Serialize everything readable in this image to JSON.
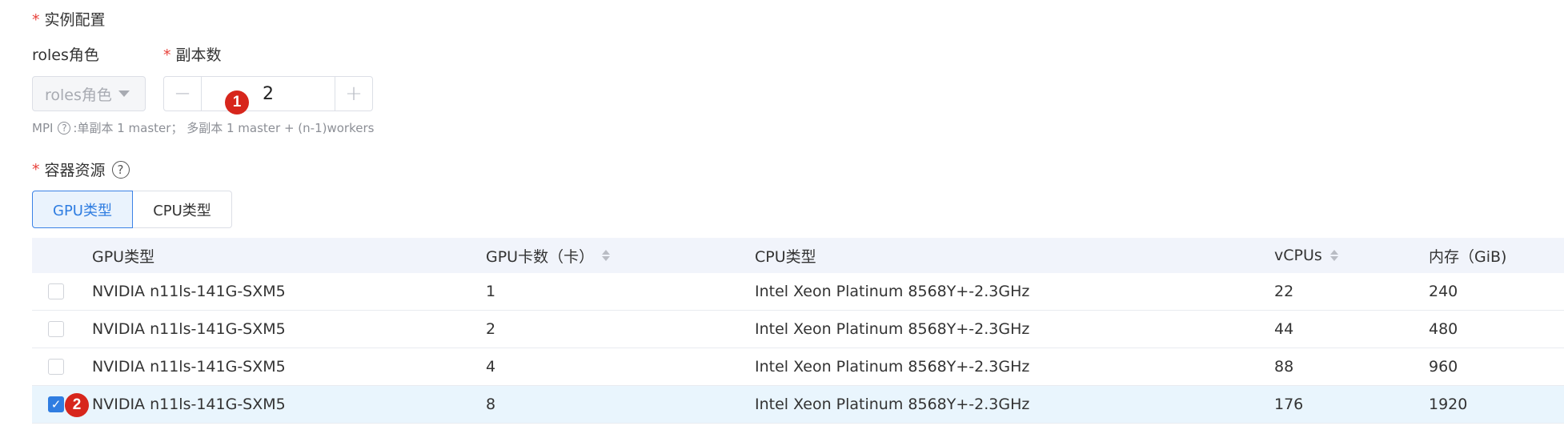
{
  "instance_section": {
    "required_mark": "*",
    "title": "实例配置"
  },
  "roles": {
    "label": "roles角色",
    "select_value": "roles角色"
  },
  "replicas": {
    "required_mark": "*",
    "label": "副本数",
    "value": "2",
    "minus": "−",
    "plus": "+"
  },
  "hint": {
    "prefix": "MPI",
    "help_glyph": "?",
    "text": ":单副本 1 master；  多副本 1 master +  (n-1)workers"
  },
  "resource_section": {
    "required_mark": "*",
    "title": "容器资源",
    "help_glyph": "?"
  },
  "tabs": [
    {
      "label": "GPU类型",
      "active": true
    },
    {
      "label": "CPU类型",
      "active": false
    }
  ],
  "table": {
    "columns": [
      "GPU类型",
      "GPU卡数（卡）",
      "CPU类型",
      "vCPUs",
      "内存（GiB)"
    ],
    "rows": [
      {
        "checked": false,
        "gpu_type": "NVIDIA n11ls-141G-SXM5",
        "gpu_count": "1",
        "cpu_type": "Intel Xeon Platinum 8568Y+-2.3GHz",
        "vcpus": "22",
        "memory": "240"
      },
      {
        "checked": false,
        "gpu_type": "NVIDIA n11ls-141G-SXM5",
        "gpu_count": "2",
        "cpu_type": "Intel Xeon Platinum 8568Y+-2.3GHz",
        "vcpus": "44",
        "memory": "480"
      },
      {
        "checked": false,
        "gpu_type": "NVIDIA n11ls-141G-SXM5",
        "gpu_count": "4",
        "cpu_type": "Intel Xeon Platinum 8568Y+-2.3GHz",
        "vcpus": "88",
        "memory": "960"
      },
      {
        "checked": true,
        "gpu_type": "NVIDIA n11ls-141G-SXM5",
        "gpu_count": "8",
        "cpu_type": "Intel Xeon Platinum 8568Y+-2.3GHz",
        "vcpus": "176",
        "memory": "1920"
      }
    ]
  },
  "annotations": {
    "badge_1": "1",
    "badge_2": "2"
  },
  "colors": {
    "accent": "#2f7de1",
    "required": "#e8423b",
    "badge": "#d7261c",
    "selected_row": "#e9f5fd",
    "header_bg": "#f1f4fb"
  },
  "icons": {
    "checkmark": "✓",
    "sort": "sort-icon",
    "dropdown": "caret-down-icon"
  }
}
